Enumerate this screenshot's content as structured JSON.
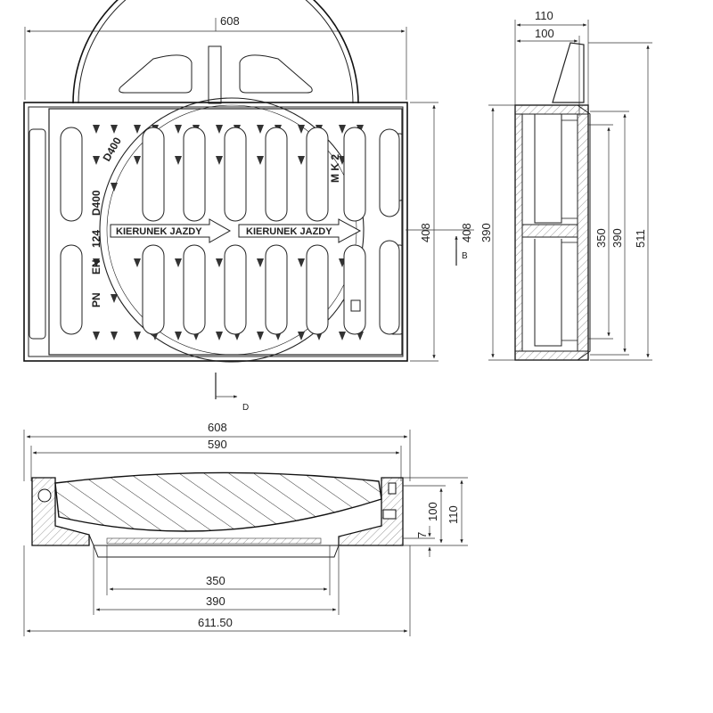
{
  "plan_view": {
    "dim_top": "608",
    "dim_right_outer": "408",
    "dim_right_inner": "408",
    "section_b": "B",
    "section_d": "D",
    "direction_label": "KIERUNEK JAZDY",
    "cast_class": "D400",
    "cast_standard_num": "124",
    "cast_standard_en": "EN",
    "cast_standard_pn": "PN",
    "cast_mk": "M K 2"
  },
  "side_view": {
    "dim_top_outer": "110",
    "dim_top_inner": "100",
    "dim_left_390": "390",
    "dim_right_350": "350",
    "dim_right_390": "390",
    "dim_right_511": "511"
  },
  "section_view": {
    "dim_top_608": "608",
    "dim_top_590": "590",
    "dim_bottom_350": "350",
    "dim_bottom_390": "390",
    "dim_bottom_611": "611.50",
    "dim_right_7": "7",
    "dim_right_100": "100",
    "dim_right_110": "110"
  }
}
